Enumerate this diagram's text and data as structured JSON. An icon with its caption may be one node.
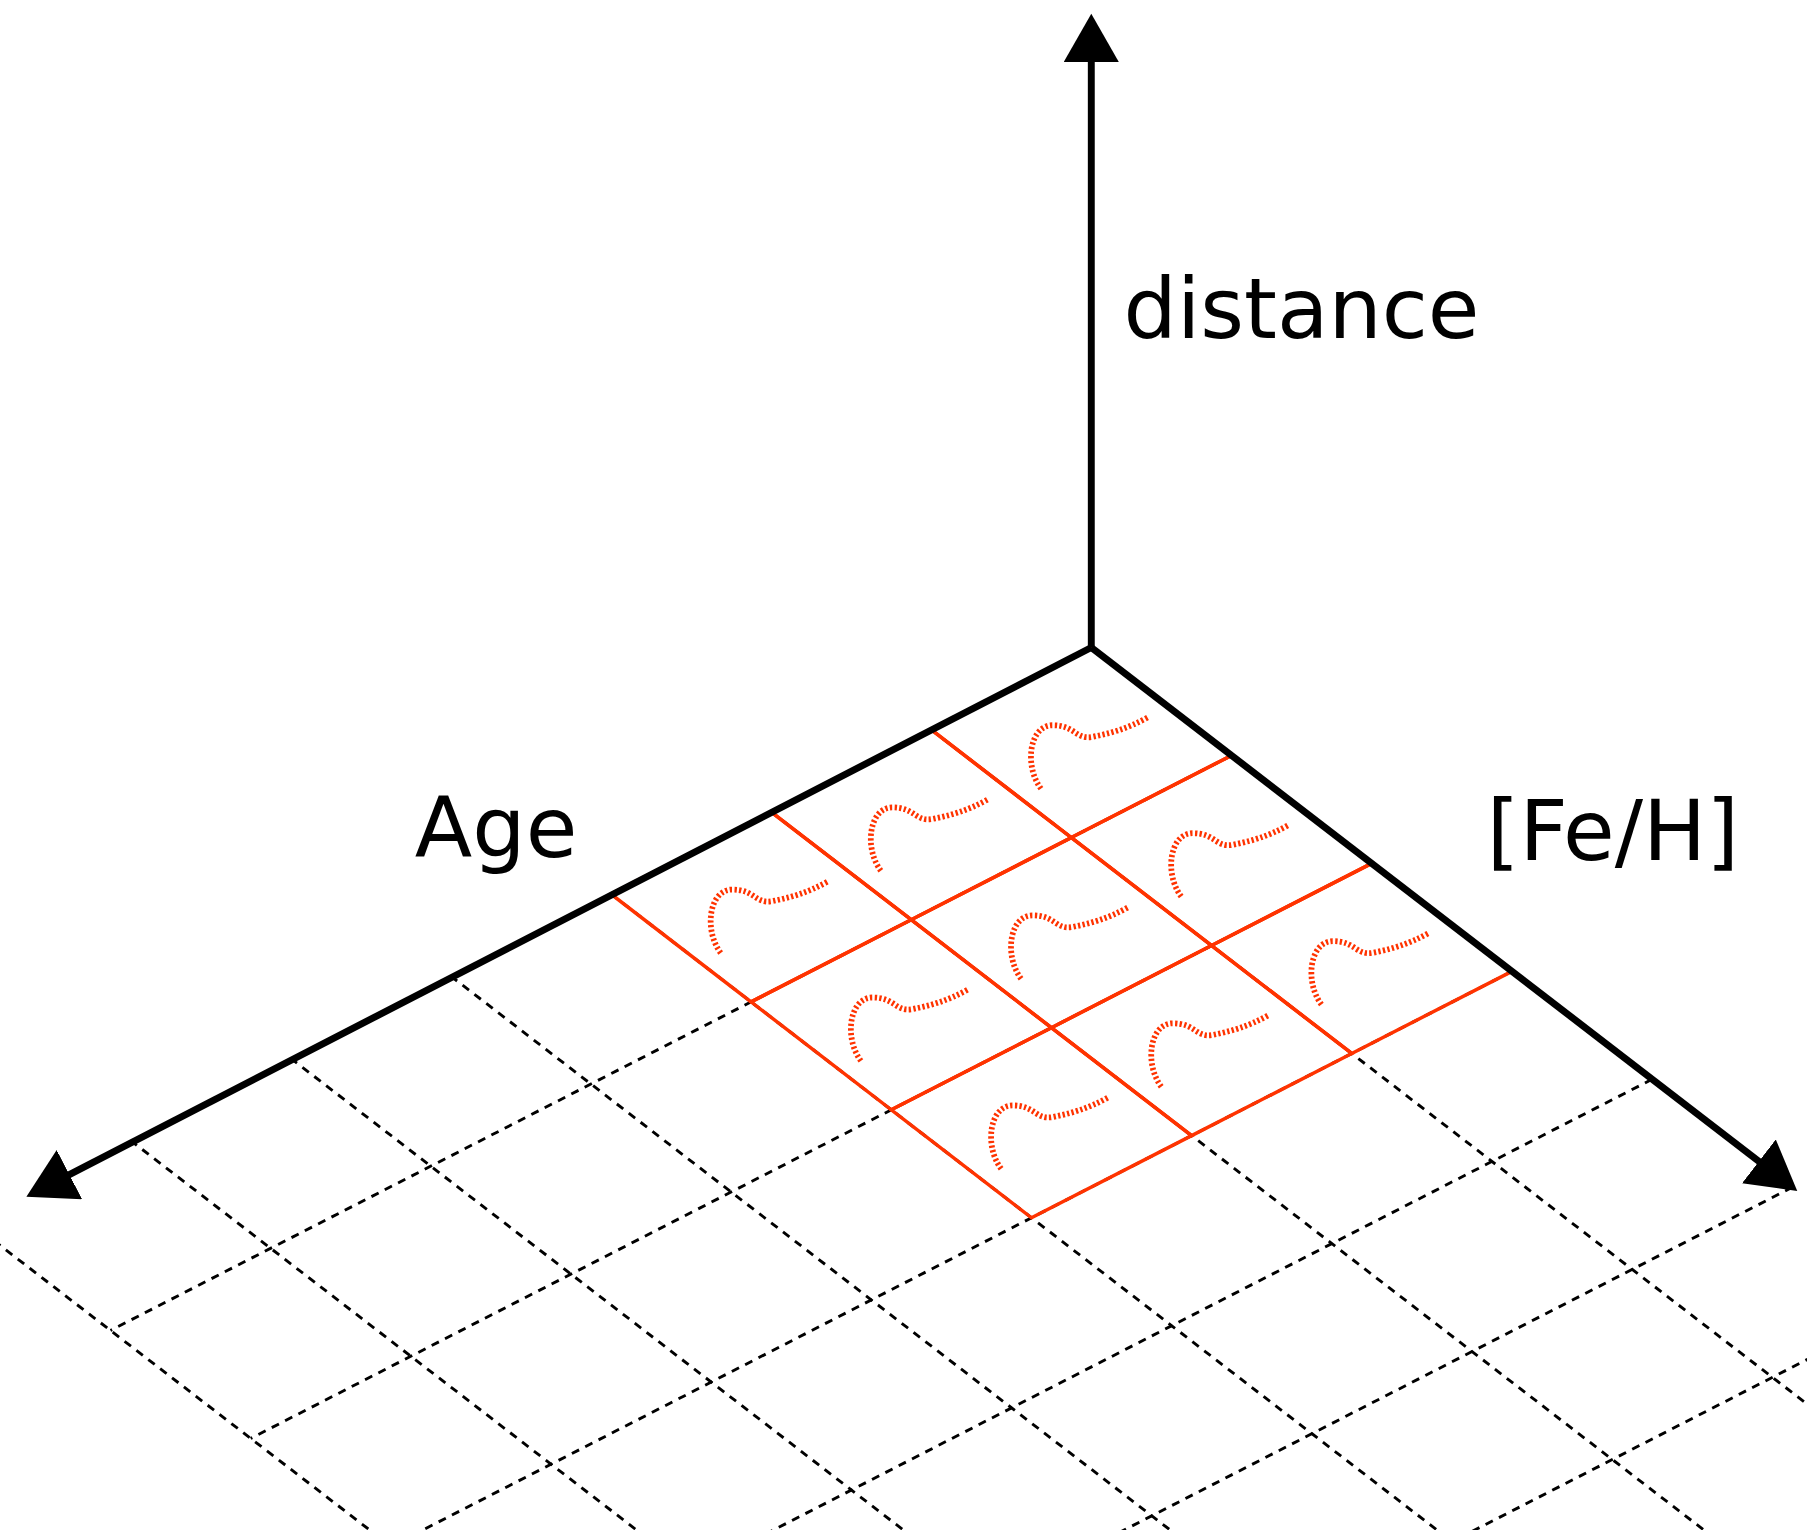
{
  "diagram": {
    "labels": [
      "distance",
      "Age",
      "[Fe/H]"
    ]
  }
}
